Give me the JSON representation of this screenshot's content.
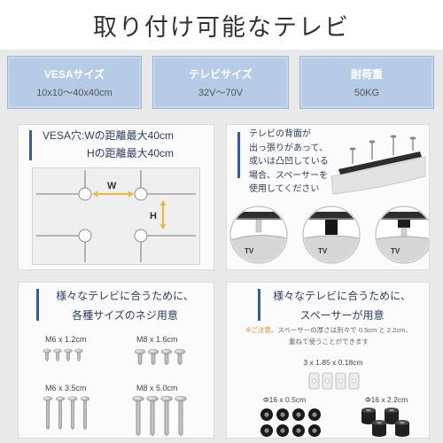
{
  "title": "取り付け可能なテレビ",
  "specs": [
    {
      "label": "VESAサイズ",
      "value": "10x10～40x40cm"
    },
    {
      "label": "テレビサイズ",
      "value": "32V～70V"
    },
    {
      "label": "耐荷重",
      "value": "50KG"
    }
  ],
  "vesa_panel": {
    "line1": "VESA穴:Wの距離最大40cm",
    "line2": "Hの距離最大40cm",
    "w_label": "W",
    "h_label": "H"
  },
  "spacer_usage_panel": {
    "lines": [
      "テレビの背面が",
      "出っ張りがあって、",
      "或いは凸凹している",
      "場合、スペーサーを",
      "使用してください"
    ],
    "tv_labels": [
      "TV",
      "TV",
      "TV"
    ]
  },
  "screws_panel": {
    "heading_line1": "様々なテレビに合うために、",
    "heading_line2": "各種サイズのネジ用意",
    "screws": [
      {
        "label": "M6 x 1.2cm"
      },
      {
        "label": "M8 x 1.6cm"
      },
      {
        "label": "M6 x 3.5cm"
      },
      {
        "label": "M8 x 5.0cm"
      }
    ]
  },
  "spacers_panel": {
    "heading_line1": "様々なテレビに合うために、",
    "heading_line2": "スペーサーが用意",
    "note_prefix": "※ご注意。",
    "note_line1": "スペーサーの厚さは別々で 0.5cm と 2.2cm、",
    "note_line2": "重ねて使うことができます",
    "washer_label": "3 x 1.85 x 0.18cm",
    "spacer_labels": [
      "Φ16 x 0.5cm",
      "Φ16 x 2.2cm"
    ]
  },
  "colors": {
    "accent_bar": "#2f5ea8",
    "spec_box": "#b5cbe6",
    "dimension_arrow": "#f3b43a",
    "note_highlight": "#f0862b",
    "heading_text": "#2b3d63"
  },
  "icons": [
    "screw-icon",
    "spacer-icon",
    "washer-icon",
    "vesa-hole-icon",
    "mount-bracket-icon"
  ]
}
